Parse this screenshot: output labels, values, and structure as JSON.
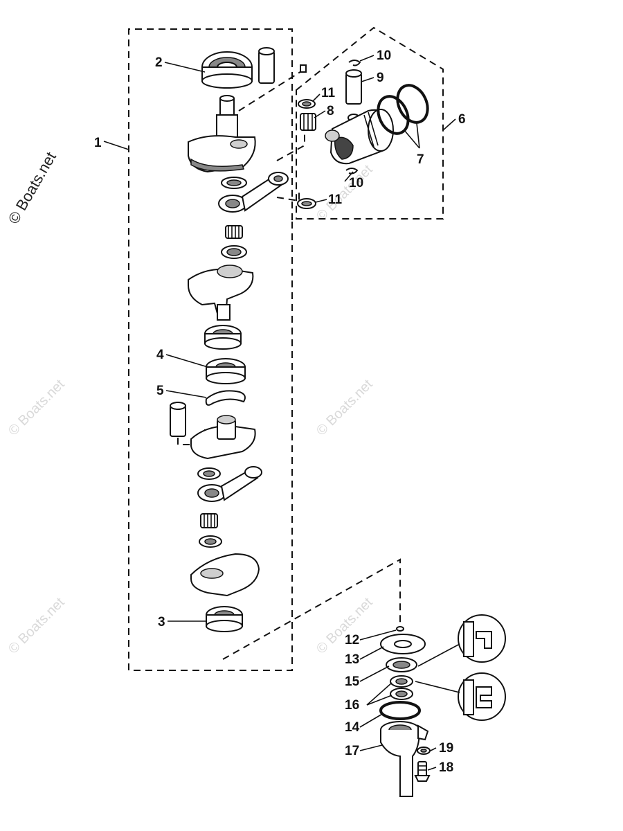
{
  "watermark": {
    "main": "© Boats.net",
    "faint": "© Boats.net"
  },
  "callouts": {
    "c1": "1",
    "c2": "2",
    "c3": "3",
    "c4": "4",
    "c5": "5",
    "c6": "6",
    "c7": "7",
    "c8": "8",
    "c9": "9",
    "c10a": "10",
    "c10b": "10",
    "c11a": "11",
    "c11b": "11",
    "c12": "12",
    "c13": "13",
    "c14": "14",
    "c15": "15",
    "c16": "16",
    "c17": "17",
    "c18": "18",
    "c19": "19"
  }
}
